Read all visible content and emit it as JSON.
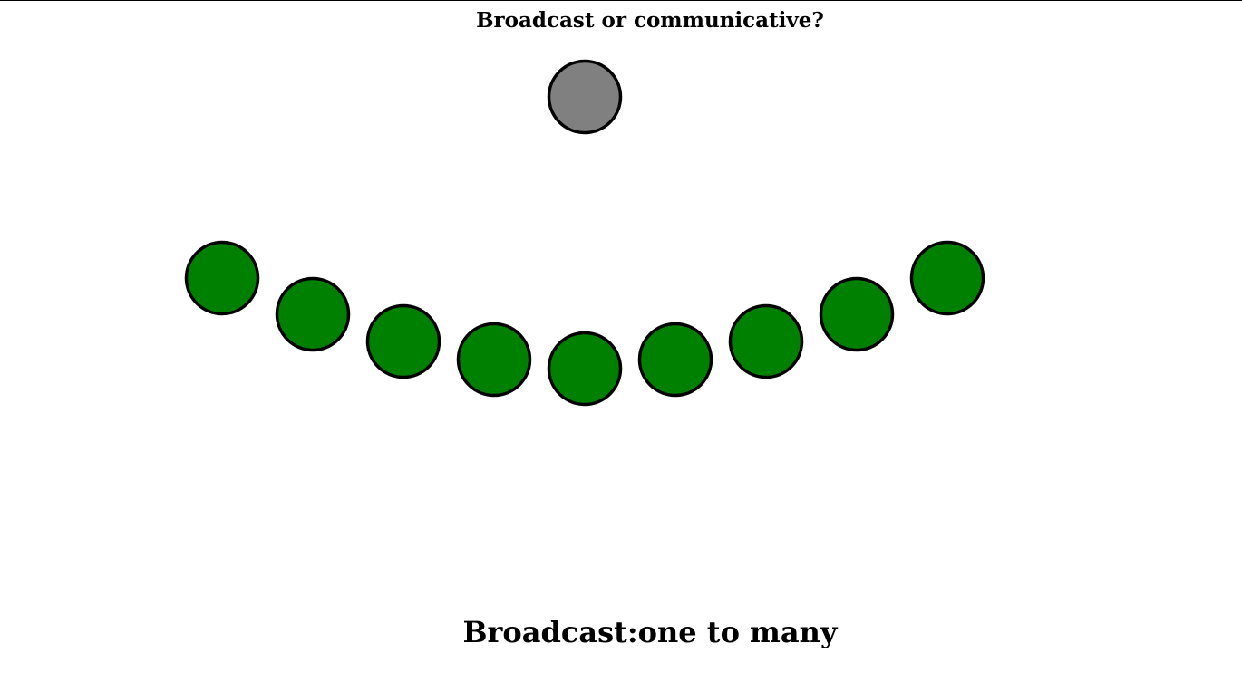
{
  "title": "Broadcast or communicative?",
  "caption": "Broadcast:one to many",
  "colors": {
    "source": "#808080",
    "audience": "#008000",
    "outline": "#000000"
  },
  "diagram": {
    "source_count": 1,
    "audience_count": 9
  }
}
